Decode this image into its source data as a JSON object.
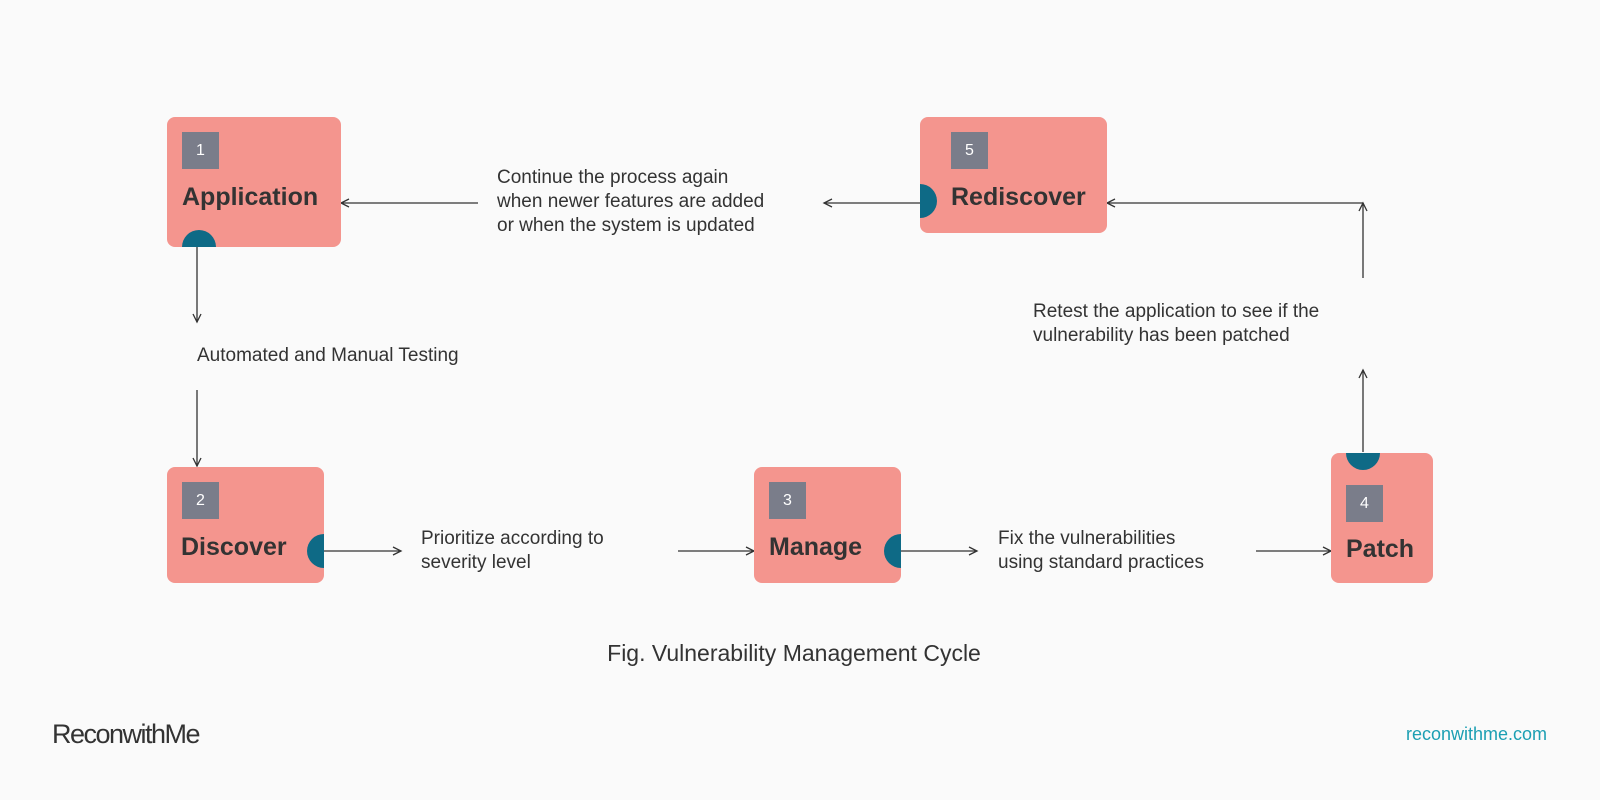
{
  "nodes": [
    {
      "number": "1",
      "label": "Application"
    },
    {
      "number": "2",
      "label": "Discover"
    },
    {
      "number": "3",
      "label": "Manage"
    },
    {
      "number": "4",
      "label": "Patch"
    },
    {
      "number": "5",
      "label": "Rediscover"
    }
  ],
  "edge_labels": {
    "testing": "Automated and Manual Testing",
    "prioritize": "Prioritize according to\nseverity level",
    "fix": "Fix the vulnerabilities\nusing standard practices",
    "retest": "Retest the application to see if the\nvulnerability has been patched",
    "continue": "Continue the process again\nwhen newer features are added\nor when the system is updated"
  },
  "caption": "Fig. Vulnerability Management Cycle",
  "brand": {
    "logo_text": "ReconwithMe",
    "website": "reconwithme.com"
  },
  "colors": {
    "node_fill": "#f4958e",
    "number_badge": "#7a7d8a",
    "connector_knob": "#0e6a86",
    "website_link": "#1c9fb3",
    "background": "#fafafa"
  }
}
